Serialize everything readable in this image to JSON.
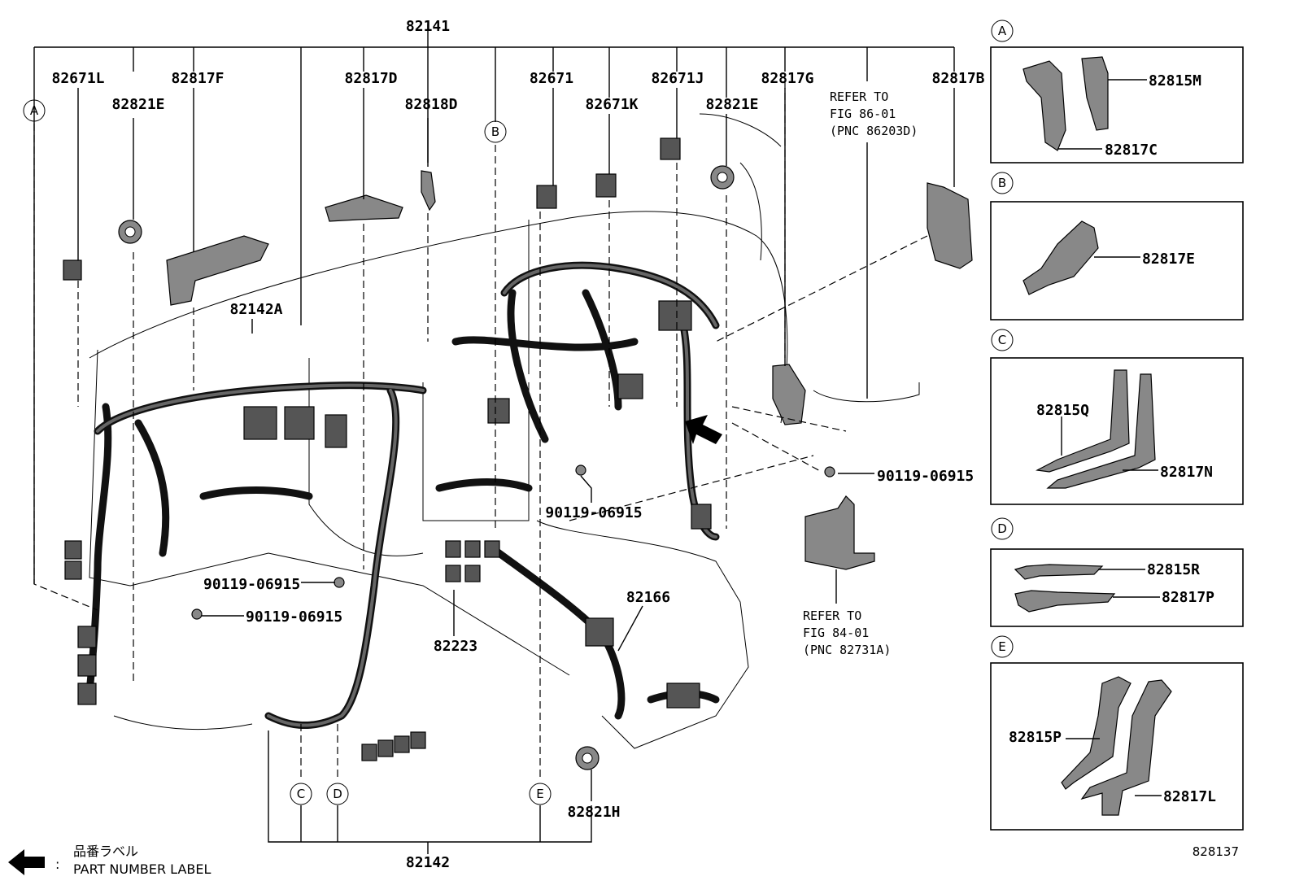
{
  "diagram": {
    "id": "828137",
    "legend": {
      "jp": "品番ラベル",
      "en": "PART NUMBER LABEL",
      "colon": ":"
    },
    "parts": {
      "p82141": "82141",
      "p82671L": "82671L",
      "p82817F": "82817F",
      "p82821E_a": "82821E",
      "p82817D": "82817D",
      "p82818D": "82818D",
      "p82671": "82671",
      "p82671K": "82671K",
      "p82671J": "82671J",
      "p82821E_b": "82821E",
      "p82817G": "82817G",
      "p82817B": "82817B",
      "p82142A": "82142A",
      "p90119_a": "90119-06915",
      "p90119_b": "90119-06915",
      "p90119_c": "90119-06915",
      "p90119_d": "90119-06915",
      "p82166": "82166",
      "p82223": "82223",
      "p82821H": "82821H",
      "p82142": "82142"
    },
    "refs": {
      "ref1_l1": "REFER TO",
      "ref1_l2": "FIG 86-01",
      "ref1_l3": "(PNC 86203D)",
      "ref2_l1": "REFER TO",
      "ref2_l2": "FIG 84-01",
      "ref2_l3": "(PNC 82731A)"
    },
    "markers": {
      "A": "A",
      "B": "B",
      "C": "C",
      "D": "D",
      "E": "E"
    },
    "details": {
      "A": {
        "label": "A",
        "parts": [
          "82815M",
          "82817C"
        ]
      },
      "B": {
        "label": "B",
        "parts": [
          "82817E"
        ]
      },
      "C": {
        "label": "C",
        "parts": [
          "82815Q",
          "82817N"
        ]
      },
      "D": {
        "label": "D",
        "parts": [
          "82815R",
          "82817P"
        ]
      },
      "E": {
        "label": "E",
        "parts": [
          "82815P",
          "82817L"
        ]
      }
    }
  }
}
